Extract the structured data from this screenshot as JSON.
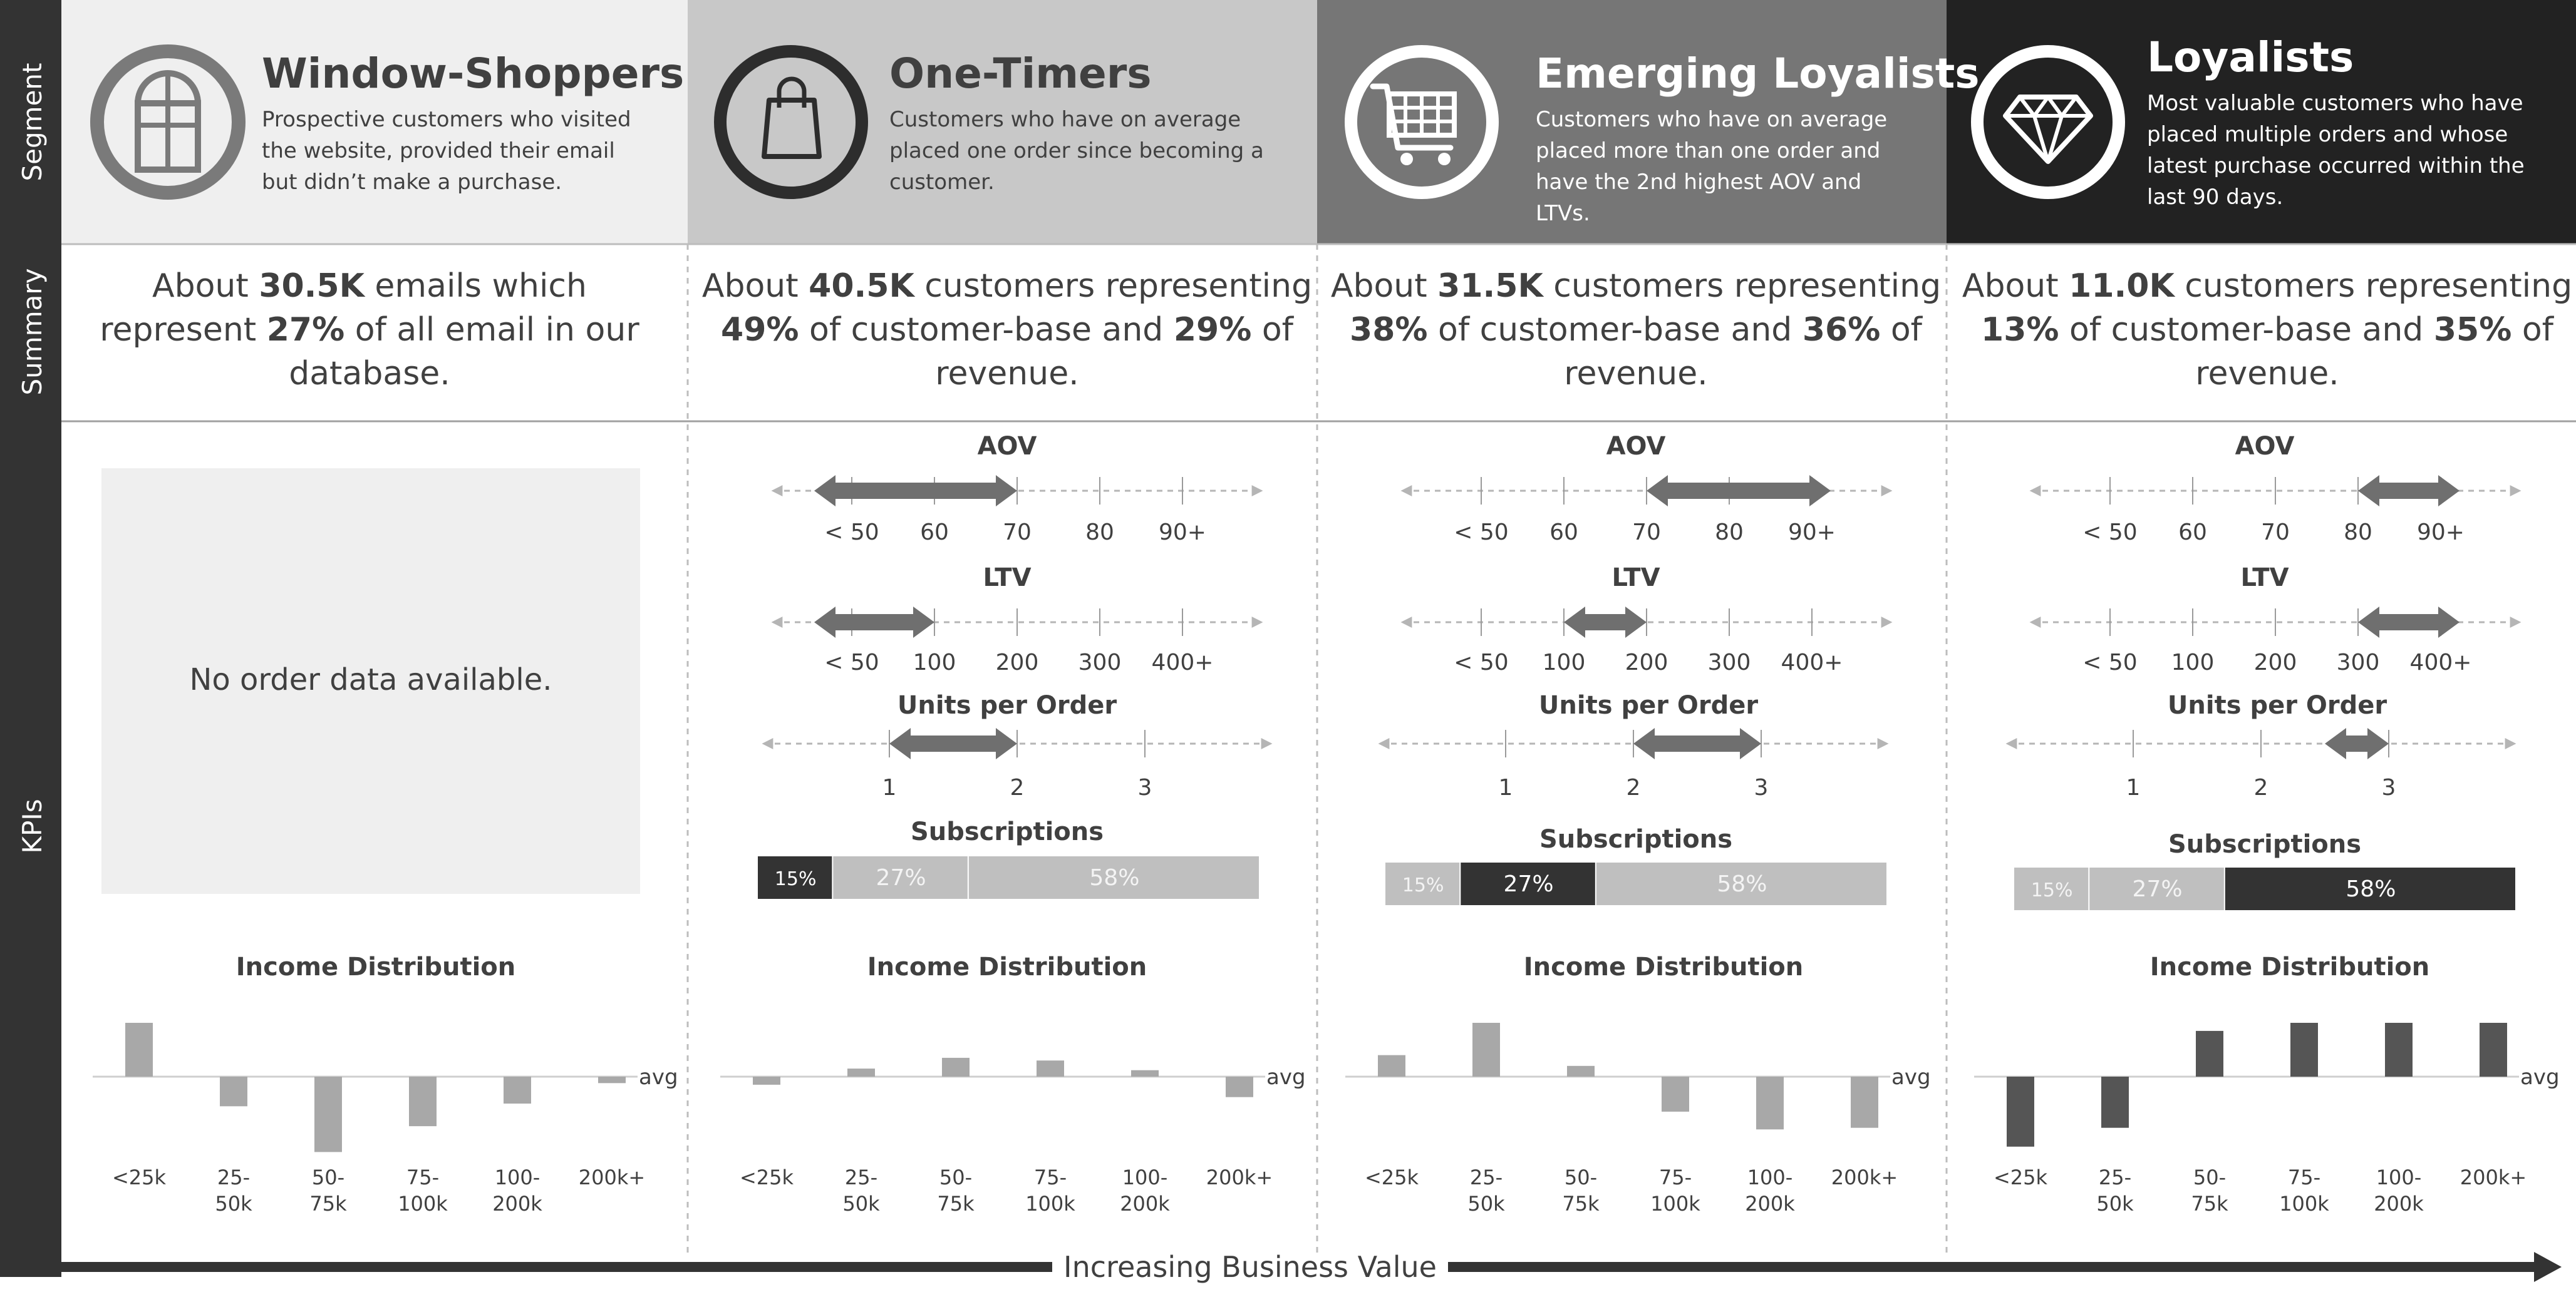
{
  "colors": {
    "sidebar": "#333333",
    "dark": "#222222",
    "medium": "#767676",
    "light": "#c8c8c8",
    "pale": "#efefef",
    "arrow": "#6f6f6f",
    "subs_light": "#bfbfbf",
    "subs_dark": "#333333",
    "grid": "#bdbdbd",
    "bar_light": "#a8a8a8",
    "bar_dark": "#555555"
  },
  "rows": [
    "Segment",
    "Summary",
    "KPIs"
  ],
  "footer": {
    "label": "Increasing Business Value"
  },
  "kpi_titles": {
    "aov": "AOV",
    "ltv": "LTV",
    "units": "Units per Order",
    "subscriptions": "Subscriptions",
    "income": "Income Distribution"
  },
  "empty_message": "No order data available.",
  "avg_label": "avg",
  "segments": [
    {
      "title": "Window-Shoppers",
      "icon": "window-icon",
      "description": [
        "Prospective customers who visited",
        "the website, provided their email",
        "but didn’t make a purchase."
      ],
      "summary": [
        [
          {
            "t": "About "
          },
          {
            "t": "30.5K",
            "b": true
          },
          {
            "t": " emails which"
          }
        ],
        [
          {
            "t": "represent "
          },
          {
            "t": "27%",
            "b": true
          },
          {
            "t": " of all email in our"
          }
        ],
        [
          {
            "t": "database."
          }
        ]
      ]
    },
    {
      "title": "One-Timers",
      "icon": "shopping-bag-icon",
      "description": [
        "Customers who have on average",
        "placed one order since becoming a",
        "customer."
      ],
      "summary": [
        [
          {
            "t": "About "
          },
          {
            "t": "40.5K",
            "b": true
          },
          {
            "t": " customers representing"
          }
        ],
        [
          {
            "t": "49%",
            "b": true
          },
          {
            "t": " of customer-base and "
          },
          {
            "t": "29%",
            "b": true
          },
          {
            "t": " of"
          }
        ],
        [
          {
            "t": "revenue."
          }
        ]
      ]
    },
    {
      "title": "Emerging Loyalists",
      "icon": "shopping-cart-icon",
      "description": [
        "Customers who have on average",
        "placed more than one order and",
        "have the 2nd highest AOV and",
        "LTVs."
      ],
      "summary": [
        [
          {
            "t": "About "
          },
          {
            "t": "31.5K",
            "b": true
          },
          {
            "t": " customers representing"
          }
        ],
        [
          {
            "t": "38%",
            "b": true
          },
          {
            "t": " of customer-base and "
          },
          {
            "t": "36%",
            "b": true
          },
          {
            "t": " of"
          }
        ],
        [
          {
            "t": "revenue."
          }
        ]
      ]
    },
    {
      "title": "Loyalists",
      "icon": "diamond-icon",
      "description": [
        "Most valuable customers who have",
        "placed multiple orders and whose",
        "latest purchase occurred within the",
        "last 90 days."
      ],
      "summary": [
        [
          {
            "t": "About "
          },
          {
            "t": "11.0K",
            "b": true
          },
          {
            "t": " customers representing"
          }
        ],
        [
          {
            "t": "13%",
            "b": true
          },
          {
            "t": " of customer-base and "
          },
          {
            "t": "35%",
            "b": true
          },
          {
            "t": " of"
          }
        ],
        [
          {
            "t": "revenue."
          }
        ]
      ]
    }
  ],
  "chart_data": [
    {
      "type": "range",
      "title": "AOV",
      "ticks": [
        "< 50",
        "60",
        "70",
        "80",
        "90+"
      ],
      "series": [
        {
          "name": "One-Timers",
          "low": "< 50",
          "high": "70"
        },
        {
          "name": "Emerging Loyalists",
          "low": "70",
          "high": "90+"
        },
        {
          "name": "Loyalists",
          "low": "80",
          "high": "90+"
        }
      ]
    },
    {
      "type": "range",
      "title": "LTV",
      "ticks": [
        "< 50",
        "100",
        "200",
        "300",
        "400+"
      ],
      "series": [
        {
          "name": "One-Timers",
          "low": "< 50",
          "high": "100"
        },
        {
          "name": "Emerging Loyalists",
          "low": "100",
          "high": "200"
        },
        {
          "name": "Loyalists",
          "low": "300",
          "high": "400+"
        }
      ]
    },
    {
      "type": "range",
      "title": "Units per Order",
      "ticks": [
        "1",
        "2",
        "3"
      ],
      "series": [
        {
          "name": "One-Timers",
          "low": 1,
          "high": 2
        },
        {
          "name": "Emerging Loyalists",
          "low": 2,
          "high": 3
        },
        {
          "name": "Loyalists",
          "low": 2.5,
          "high": 3
        }
      ]
    },
    {
      "type": "stacked-bar",
      "title": "Subscriptions",
      "categories": [
        "One-Timers",
        "Emerging Loyalists",
        "Loyalists"
      ],
      "parts": [
        {
          "label": "15%",
          "value": 15
        },
        {
          "label": "27%",
          "value": 27
        },
        {
          "label": "58%",
          "value": 58
        }
      ],
      "highlighted_part": [
        0,
        1,
        2
      ]
    },
    {
      "type": "bar",
      "title": "Income Distribution",
      "baseline_label": "avg",
      "categories": [
        "<25k",
        "25-\n50k",
        "50-\n75k",
        "75-\n100k",
        "100-\n200k",
        "200k+"
      ],
      "ylim": [
        -1.4,
        1.0
      ],
      "series": [
        {
          "name": "Window-Shoppers",
          "values": [
            1.0,
            -0.55,
            -1.4,
            -0.92,
            -0.5,
            -0.12
          ]
        },
        {
          "name": "One-Timers",
          "values": [
            -0.15,
            0.15,
            0.35,
            0.3,
            0.12,
            -0.38
          ]
        },
        {
          "name": "Emerging Loyalists",
          "values": [
            0.4,
            1.0,
            0.2,
            -0.65,
            -0.98,
            -0.95
          ]
        },
        {
          "name": "Loyalists",
          "values": [
            -1.3,
            -0.95,
            0.85,
            1.0,
            1.0,
            1.0
          ]
        }
      ]
    }
  ]
}
